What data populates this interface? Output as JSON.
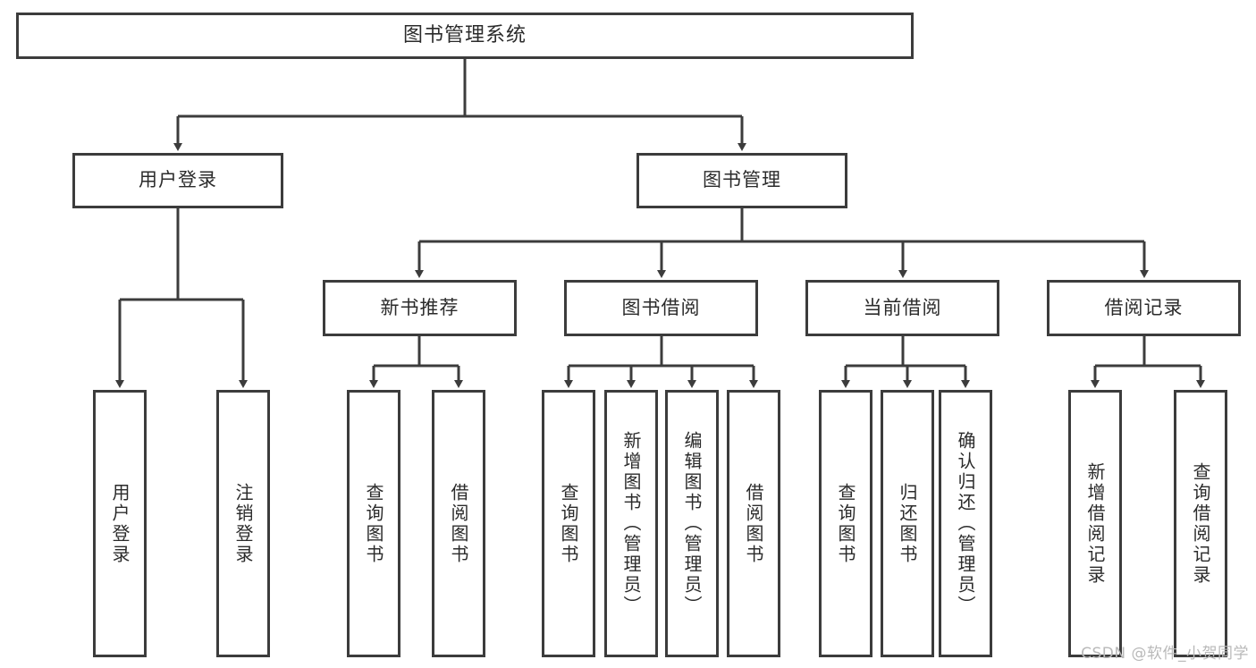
{
  "diagram": {
    "type": "tree",
    "title": "图书管理系统",
    "root": {
      "label": "图书管理系统"
    },
    "level2": [
      {
        "label": "用户登录"
      },
      {
        "label": "图书管理"
      }
    ],
    "level3": [
      {
        "label": "新书推荐"
      },
      {
        "label": "图书借阅"
      },
      {
        "label": "当前借阅"
      },
      {
        "label": "借阅记录"
      }
    ],
    "leaves": {
      "user_login": [
        {
          "label": "用户登录"
        },
        {
          "label": "注销登录"
        }
      ],
      "new_book_recommend": [
        {
          "label": "查询图书"
        },
        {
          "label": "借阅图书"
        }
      ],
      "book_borrow": [
        {
          "label": "查询图书"
        },
        {
          "label": "新增图书（管理员）"
        },
        {
          "label": "编辑图书（管理员）"
        },
        {
          "label": "借阅图书"
        }
      ],
      "current_borrow": [
        {
          "label": "查询图书"
        },
        {
          "label": "归还图书"
        },
        {
          "label": "确认归还（管理员）"
        }
      ],
      "borrow_record": [
        {
          "label": "新增借阅记录"
        },
        {
          "label": "查询借阅记录"
        }
      ]
    }
  },
  "watermark": {
    "text": "CSDN @软件_小贺同学"
  },
  "colors": {
    "border": "#3c3c3c",
    "background": "#ffffff",
    "text": "#2b2b2b",
    "watermark": "#b9b9b9"
  }
}
